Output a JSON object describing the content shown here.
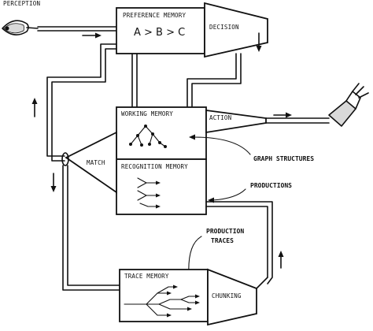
{
  "labels": {
    "perception": "PERCEPTION",
    "preference_memory": "PREFERENCE MEMORY",
    "preference_order": "A > B > C",
    "decision": "DECISION",
    "working_memory": "WORKING MEMORY",
    "action": "ACTION",
    "match": "MATCH",
    "recognition_memory": "RECOGNITION MEMORY",
    "graph_structures": "GRAPH STRUCTURES",
    "productions": "PRODUCTIONS",
    "production_traces_line1": "PRODUCTION",
    "production_traces_line2": "TRACES",
    "trace_memory": "TRACE MEMORY",
    "chunking": "CHUNKING"
  }
}
